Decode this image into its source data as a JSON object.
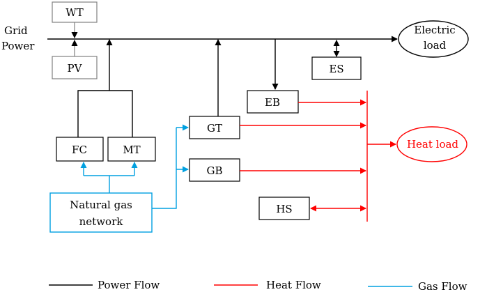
{
  "grid_power": {
    "line1": "Grid",
    "line2": "Power"
  },
  "nodes": {
    "wt": "WT",
    "pv": "PV",
    "fc": "FC",
    "mt": "MT",
    "gt": "GT",
    "gb": "GB",
    "eb": "EB",
    "es": "ES",
    "hs": "HS",
    "electric_load": {
      "line1": "Electric",
      "line2": "load"
    },
    "heat_load": "Heat load",
    "natural_gas": {
      "line1": "Natural gas",
      "line2": "network"
    }
  },
  "legend": {
    "power": "Power Flow",
    "heat": "Heat Flow",
    "gas": "Gas Flow"
  },
  "colors": {
    "power": "#000000",
    "heat": "#ff0000",
    "gas": "#00a0e0",
    "renewable_link": "#808080"
  }
}
